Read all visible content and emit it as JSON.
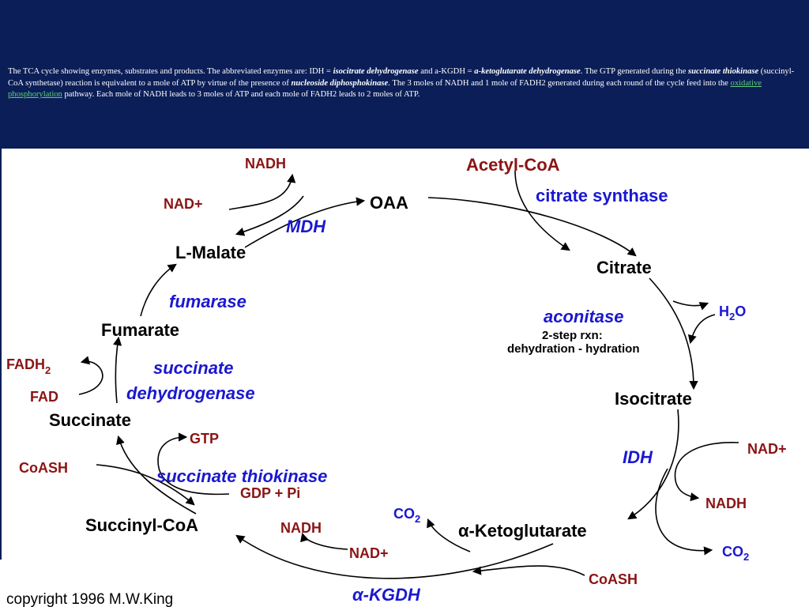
{
  "caption": {
    "t1": "The TCA cycle showing enzymes, substrates and products. The abbreviated enzymes are: IDH = ",
    "e1": "isocitrate dehydrogenase",
    "t2": " and a-KGDH = ",
    "e2": "a-ketoglutarate dehydrogenase",
    "t3": ". The GTP generated during the ",
    "e3": "succinate thiokinase",
    "t4": " (succinyl-CoA synthetase) reaction is equivalent to a mole of ATP by virtue of the presence of ",
    "e4": "nucleoside diphosphokinase",
    "t5": ". The 3 moles of NADH and 1 mole of FADH2 generated during each round of the cycle feed into the ",
    "link": "oxidative phosphorylation",
    "t6": " pathway. Each mole of NADH leads to 3 moles of ATP and each mole of FADH2 leads to 2 moles of ATP."
  },
  "metabolites": {
    "oaa": "OAA",
    "acetyl_coa": "Acetyl-CoA",
    "citrate": "Citrate",
    "isocitrate": "Isocitrate",
    "akg": "α-Ketoglutarate",
    "succinyl_coa": "Succinyl-CoA",
    "succinate": "Succinate",
    "fumarate": "Fumarate",
    "malate": "L-Malate"
  },
  "enzymes": {
    "citrate_synthase": "citrate synthase",
    "aconitase": "aconitase",
    "idh": "IDH",
    "akgdh": "α-KGDH",
    "thiokinase": "succinate thiokinase",
    "sdh_1": "succinate",
    "sdh_2": "dehydrogenase",
    "fumarase": "fumarase",
    "mdh": "MDH"
  },
  "cofactors": {
    "nadh_mdh": "NADH",
    "nad_mdh": "NAD+",
    "fadh2_main": "FADH",
    "fadh2_sub": "2",
    "fad": "FAD",
    "gtp": "GTP",
    "gdp_pi": "GDP + Pi",
    "coash_thio": "CoASH",
    "nadh_kgdh": "NADH",
    "nad_kgdh": "NAD+",
    "co2_kgdh_main": "CO",
    "co2_kgdh_sub": "2",
    "coash_kgdh": "CoASH",
    "nad_idh": "NAD+",
    "nadh_idh": "NADH",
    "co2_idh_main": "CO",
    "co2_idh_sub": "2",
    "h2o_h": "H",
    "h2o_sub": "2",
    "h2o_o": "O"
  },
  "notes": {
    "aconitase_line1": "2-step rxn:",
    "aconitase_line2": "dehydration - hydration"
  },
  "copyright": "copyright 1996 M.W.King",
  "colors": {
    "caption_band": "#0b1e57",
    "metabolite": "#000000",
    "enzyme": "#1a18cf",
    "cofactor": "#8b1414",
    "link": "#5fd07a"
  }
}
